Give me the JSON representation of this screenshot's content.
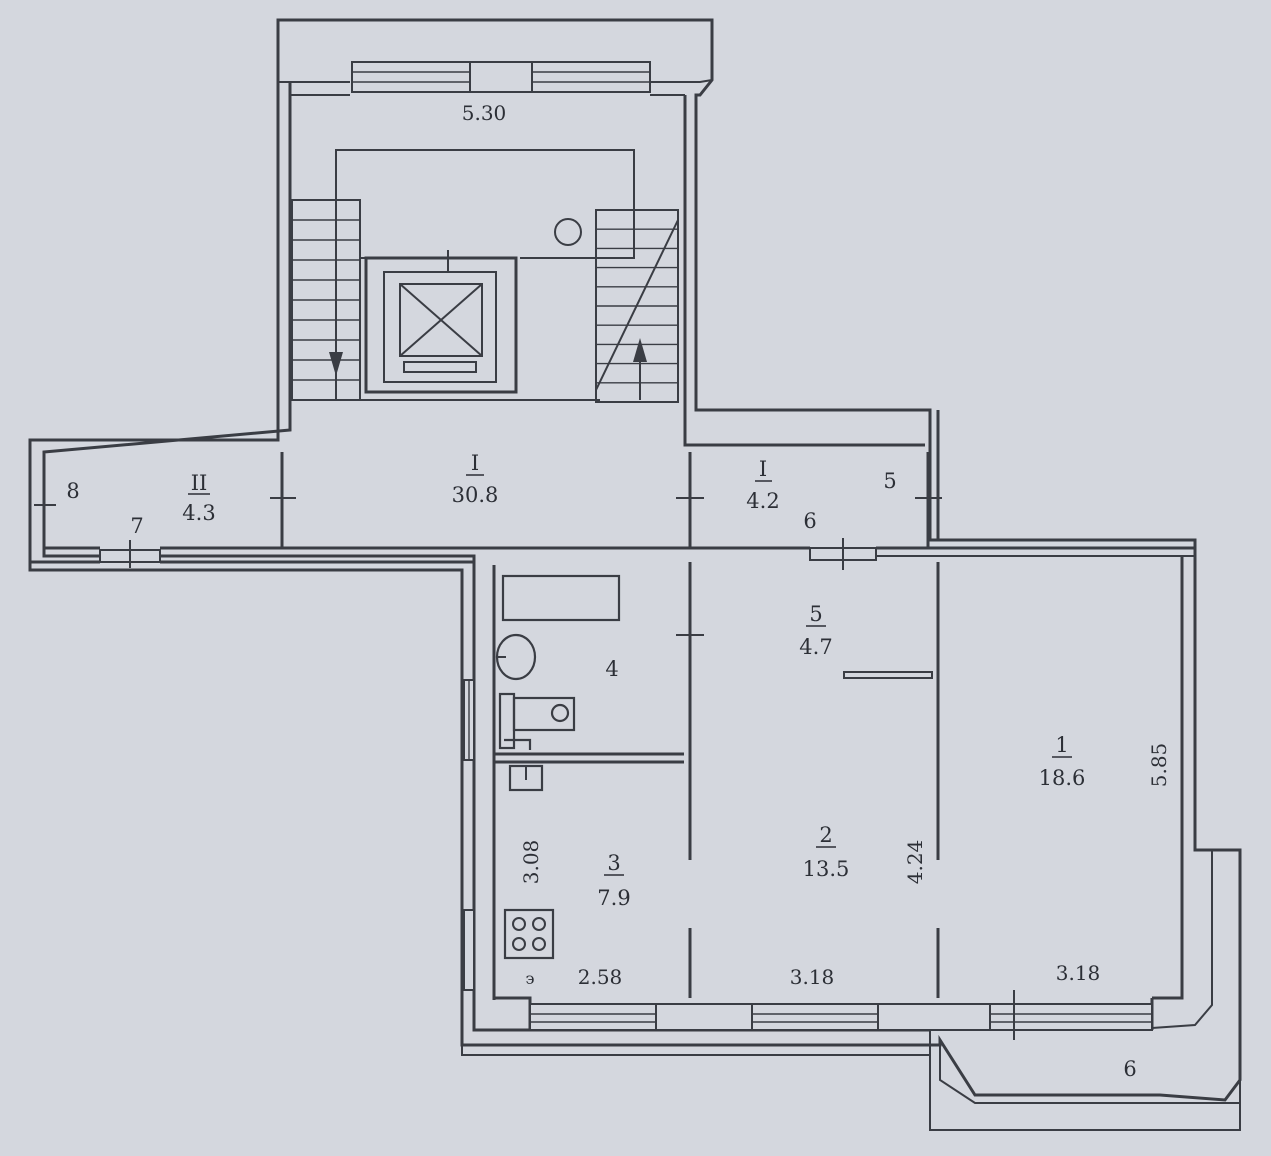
{
  "colors": {
    "background": "#d4d7de",
    "lines": "#3a3d44",
    "text": "#2c2f36"
  },
  "rooms": [
    {
      "id": "stairwell",
      "number": "I",
      "area": "30.8"
    },
    {
      "id": "corridor-left",
      "number": "II",
      "area": "4.3"
    },
    {
      "id": "vestibule",
      "number": "I",
      "area": "4.2"
    },
    {
      "id": "hall",
      "number": "5",
      "area": "4.7"
    },
    {
      "id": "living-room",
      "number": "1",
      "area": "18.6"
    },
    {
      "id": "room-2",
      "number": "2",
      "area": "13.5"
    },
    {
      "id": "kitchen",
      "number": "3",
      "area": "7.9"
    }
  ],
  "labels": {
    "bathroom": "4",
    "balcony": "6",
    "door_6": "6",
    "door_5": "5",
    "door_7": "7",
    "door_8": "8",
    "stove_mark": "э"
  },
  "dimensions": {
    "stair_width": "5.30",
    "kitchen_depth": "3.08",
    "kitchen_width": "2.58",
    "room2_width": "3.18",
    "room2_depth": "4.24",
    "room1_width": "3.18",
    "room1_depth": "5.85"
  },
  "icons": {
    "elevator": "elevator-cross-icon",
    "stairs_down": "arrow-down-icon",
    "stairs_up": "arrow-up-icon",
    "sink": "sink-icon",
    "toilet": "toilet-icon",
    "bathtub": "bathtub-icon",
    "stove": "stove-icon"
  }
}
